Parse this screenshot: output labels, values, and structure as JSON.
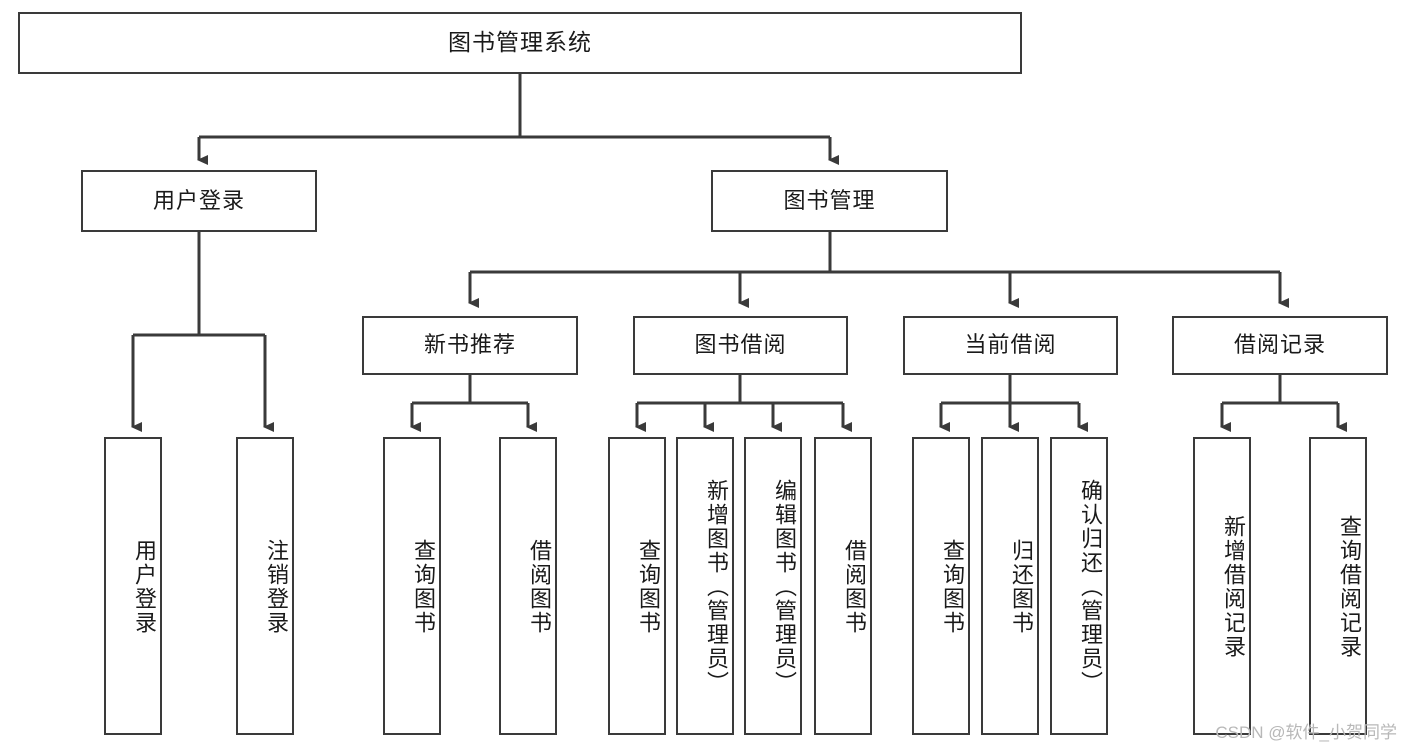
{
  "diagram": {
    "type": "tree-hierarchy",
    "title": "图书管理系统",
    "watermark": "CSDN @软件_小贺同学",
    "colors": {
      "box_border": "#3a3a3a",
      "box_fill": "#ffffff",
      "line": "#3a3a3a",
      "text": "#1a1a1a",
      "watermark": "#b8b8b8"
    },
    "nodes": {
      "root": {
        "label": "图书管理系统"
      },
      "level2": [
        {
          "id": "user-login",
          "label": "用户登录"
        },
        {
          "id": "book-manage",
          "label": "图书管理"
        }
      ],
      "level3": [
        {
          "id": "new-book-rec",
          "label": "新书推荐"
        },
        {
          "id": "book-borrow",
          "label": "图书借阅"
        },
        {
          "id": "current-borrow",
          "label": "当前借阅"
        },
        {
          "id": "borrow-record",
          "label": "借阅记录"
        }
      ],
      "leaves": {
        "user-login": [
          {
            "id": "leaf-user-login",
            "label": "用户登录"
          },
          {
            "id": "leaf-logout",
            "label": "注销登录"
          }
        ],
        "new-book-rec": [
          {
            "id": "leaf-query-book-1",
            "label": "查询图书"
          },
          {
            "id": "leaf-borrow-book-1",
            "label": "借阅图书"
          }
        ],
        "book-borrow": [
          {
            "id": "leaf-query-book-2",
            "label": "查询图书"
          },
          {
            "id": "leaf-add-book",
            "label": "新增图书（管理员）"
          },
          {
            "id": "leaf-edit-book",
            "label": "编辑图书（管理员）"
          },
          {
            "id": "leaf-borrow-book-2",
            "label": "借阅图书"
          }
        ],
        "current-borrow": [
          {
            "id": "leaf-query-book-3",
            "label": "查询图书"
          },
          {
            "id": "leaf-return-book",
            "label": "归还图书"
          },
          {
            "id": "leaf-confirm-return",
            "label": "确认归还（管理员）"
          }
        ],
        "borrow-record": [
          {
            "id": "leaf-add-record",
            "label": "新增借阅记录"
          },
          {
            "id": "leaf-query-record",
            "label": "查询借阅记录"
          }
        ]
      }
    }
  }
}
